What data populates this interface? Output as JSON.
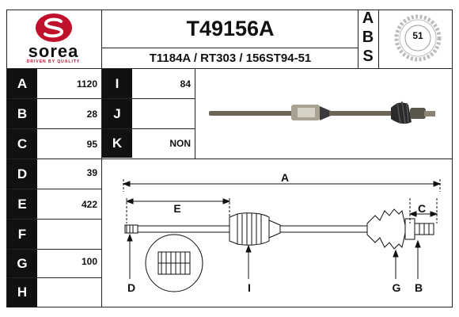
{
  "brand": {
    "logo_text": "sorea",
    "tagline": "DRIVEN BY QUALITY",
    "accent_color": "#c0102c"
  },
  "header": {
    "part_number": "T49156A",
    "oe_references": "T1184A / RT303 / 156ST94-51",
    "abs_letters": [
      "A",
      "B",
      "S"
    ],
    "abs_teeth": "51"
  },
  "specs_left": [
    {
      "label": "A",
      "value": "1120"
    },
    {
      "label": "B",
      "value": "28"
    },
    {
      "label": "C",
      "value": "95"
    },
    {
      "label": "D",
      "value": "39"
    },
    {
      "label": "E",
      "value": "422"
    },
    {
      "label": "F",
      "value": ""
    },
    {
      "label": "G",
      "value": "100"
    },
    {
      "label": "H",
      "value": ""
    }
  ],
  "specs_right": [
    {
      "label": "I",
      "value": "84"
    },
    {
      "label": "J",
      "value": ""
    },
    {
      "label": "K",
      "value": "NON"
    }
  ],
  "diagram": {
    "dim_a": "A",
    "dim_e": "E",
    "dim_c": "C",
    "label_d": "D",
    "label_i": "I",
    "label_g": "G",
    "label_b": "B"
  }
}
